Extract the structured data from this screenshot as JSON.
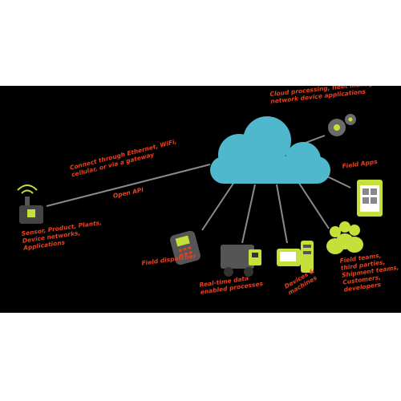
{
  "diagram": {
    "labels": {
      "cloud_processing": "Cloud processing, fleet management,\nnetwork device applications",
      "gateway": "Connect through Ethernet, WiFi,\ncellular, or via a gateway",
      "open_api": "Open API",
      "sensor": "Sensor, Product, Plants,\nDevice networks,\nApplications",
      "field_dispatcher": "Field dispatcher",
      "realtime": "Real-time data\nenabled processes",
      "devices": "Devices &\nmachines",
      "field_apps": "Field Apps",
      "people": "Field teams,\nthird parties,\nShipment teams,\nCustomers,\ndevelopers"
    },
    "colors": {
      "background": "#000000",
      "cloud": "#4fb8cc",
      "label": "#e8401f",
      "accent_green": "#c5e03a",
      "line": "#8a8a8a"
    }
  }
}
